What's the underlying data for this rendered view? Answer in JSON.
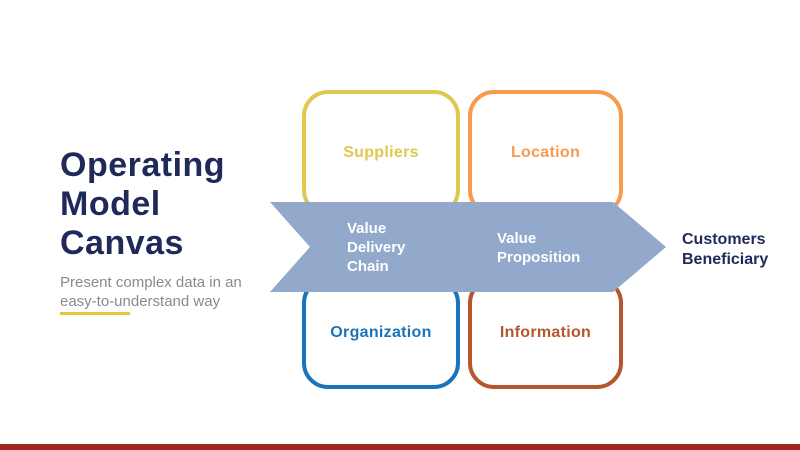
{
  "slide": {
    "title": "Operating Model Canvas",
    "subtitle": "Present complex data in an easy-to-understand way"
  },
  "canvas": {
    "cards": [
      {
        "label": "Suppliers",
        "color": "#dfc850",
        "position": "top-left"
      },
      {
        "label": "Location",
        "color": "#f89b4d",
        "position": "top-right"
      },
      {
        "label": "Organization",
        "color": "#1b74ba",
        "position": "bottom-left"
      },
      {
        "label": "Information",
        "color": "#b4572c",
        "position": "bottom-right"
      }
    ],
    "arrow": {
      "color": "#92a9cb",
      "direction": "right",
      "segments": [
        {
          "label": "Value Delivery Chain"
        },
        {
          "label": "Value Proposition"
        }
      ],
      "endpoint_label": "Customers Beneficiary"
    }
  },
  "colors": {
    "title_navy": "#1f2a5a",
    "subtitle_gray": "#8a8a8a",
    "divider_yellow": "#e3c83c",
    "footer_red": "#a02521",
    "background": "#ffffff"
  }
}
